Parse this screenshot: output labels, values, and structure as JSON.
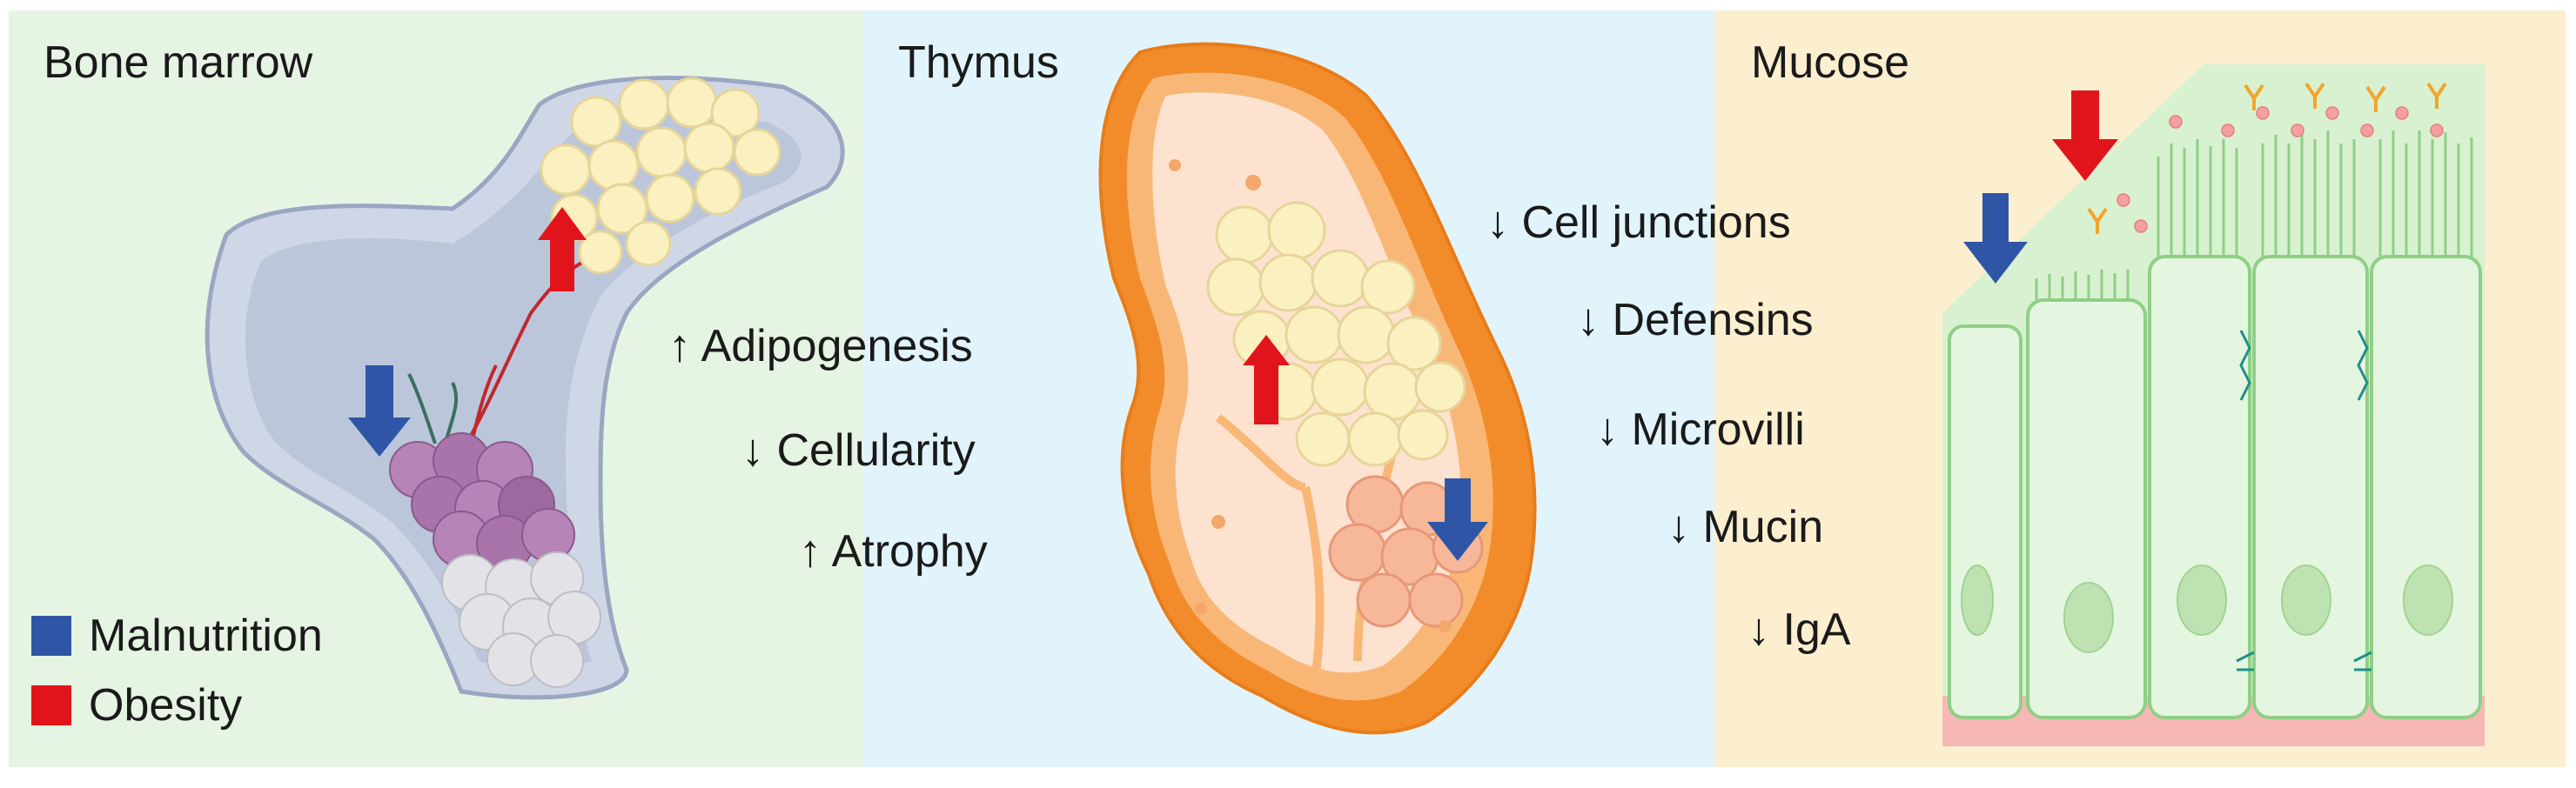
{
  "panels": {
    "bone_marrow": {
      "title": "Bone marrow",
      "effects": [
        "↑ Adipogenesis",
        "↓ Cellularity",
        "↑ Atrophy"
      ]
    },
    "thymus": {
      "title": "Thymus"
    },
    "mucose": {
      "title": "Mucose",
      "effects": [
        "↓ Cell junctions",
        "↓ Defensins",
        "↓ Microvilli",
        "↓ Mucin",
        "↓ IgA"
      ]
    }
  },
  "legend": [
    {
      "label": "Malnutrition",
      "color": "#2f56a6"
    },
    {
      "label": "Obesity",
      "color": "#e2141b"
    }
  ],
  "colors": {
    "malnutrition": "#2f56a6",
    "obesity": "#e2141b",
    "adipocyte": "#fbf0bf",
    "thymus_orange": "#f28c2b",
    "epithelium": "#d6f0cf",
    "lamina_propria": "#f7b7b5"
  }
}
